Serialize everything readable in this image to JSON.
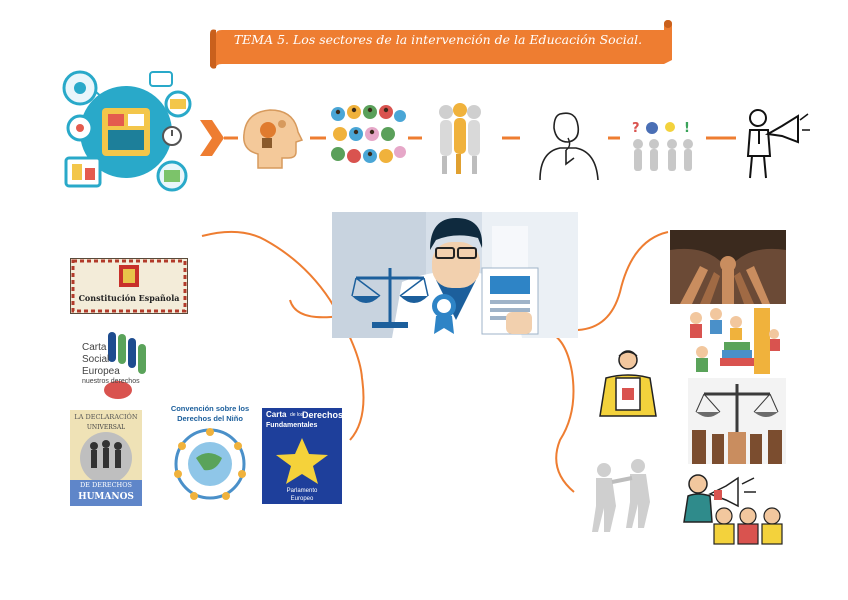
{
  "banner": {
    "title": "TEMA 5. Los sectores de la intervención de la Educación Social."
  },
  "colors": {
    "banner": "#ee7d31",
    "connector": "#ee7d31",
    "curve": "#ee7d31",
    "accent_blue": "#1c5f9c"
  },
  "icons": [
    "social-network-hub-icon",
    "chevron-right-icon",
    "thinking-head-icon",
    "diverse-people-icon",
    "group-hug-icon",
    "thinking-person-icon",
    "question-figures-icon",
    "megaphone-man-icon",
    "justice-professional-icon",
    "cooperation-hands-icon",
    "children-books-icon",
    "teacher-icon",
    "scales-hands-icon",
    "helping-figures-icon",
    "speaker-audience-icon"
  ],
  "documents": {
    "constitucion": "Constitución Española",
    "carta_social": {
      "line1": "Carta",
      "line2": "Social",
      "line3": "Europea",
      "line4": "nuestros derechos"
    },
    "declaracion": {
      "top": "LA DECLARACIÓN",
      "mid": "UNIVERSAL",
      "band": "DE DERECHOS",
      "bottom": "HUMANOS"
    },
    "convencion": {
      "line1": "Convención sobre los",
      "line2": "Derechos del Niño"
    },
    "carta_derechos": {
      "line1": "Carta",
      "line1b": "de los",
      "line2": "Derechos",
      "line3": "Fundamentales",
      "footer1": "Parlamento",
      "footer2": "Europeo"
    }
  }
}
